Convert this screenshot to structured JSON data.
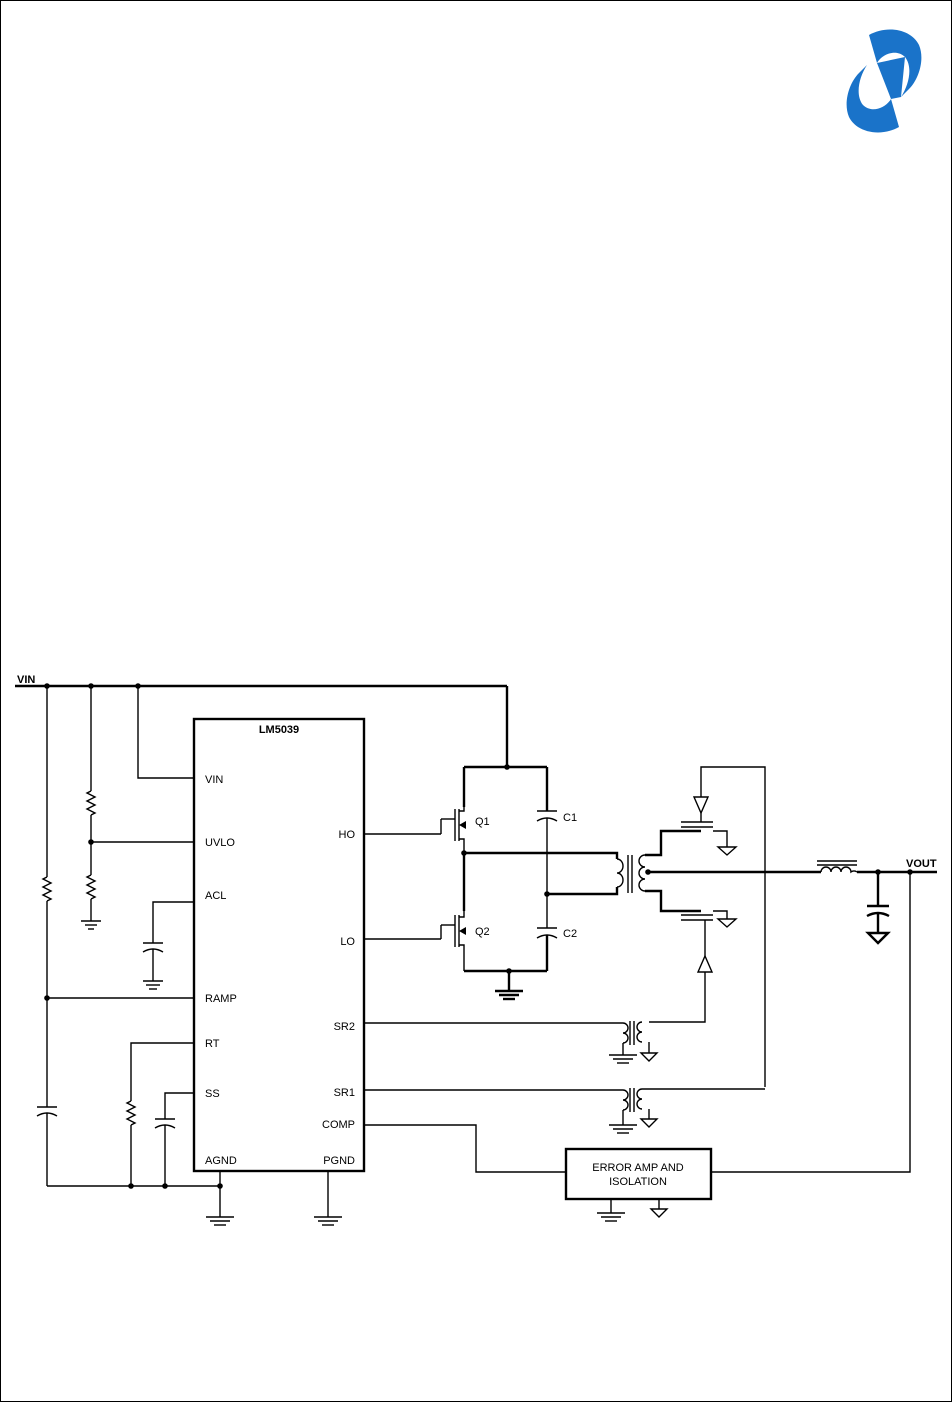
{
  "logo": {
    "icon": "national-semiconductor-logo-icon",
    "color": "#1a73c9"
  },
  "schematic": {
    "ic": {
      "name": "LM5039",
      "pins_left": [
        "VIN",
        "UVLO",
        "ACL",
        "RAMP",
        "RT",
        "SS",
        "AGND"
      ],
      "pins_right": [
        "HO",
        "LO",
        "SR2",
        "SR1",
        "COMP",
        "PGND"
      ]
    },
    "nets": {
      "vin": "VIN",
      "vout": "VOUT"
    },
    "components": {
      "q1": "Q1",
      "q2": "Q2",
      "c1": "C1",
      "c2": "C2"
    },
    "block": {
      "line1": "ERROR AMP AND",
      "line2": "ISOLATION"
    }
  }
}
